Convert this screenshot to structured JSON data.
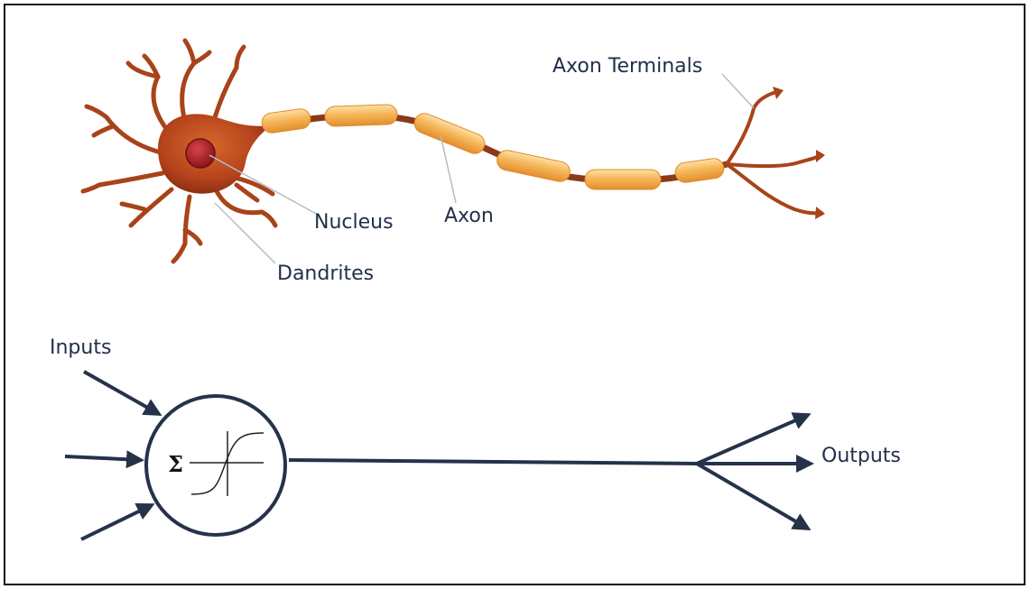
{
  "biological_neuron": {
    "labels": {
      "axon_terminals": "Axon Terminals",
      "nucleus": "Nucleus",
      "axon": "Axon",
      "dendrites": "Dandrites"
    }
  },
  "artificial_neuron": {
    "labels": {
      "inputs": "Inputs",
      "outputs": "Outputs",
      "sum_symbol": "Σ"
    }
  },
  "colors": {
    "cell_body": "#b5431c",
    "nucleus": "#9c1a1e",
    "dendrite": "#a8431a",
    "myelin": "#f3a94a",
    "axon_line": "#8a3a18",
    "arrow": "#26324a",
    "frame": "#111111"
  }
}
